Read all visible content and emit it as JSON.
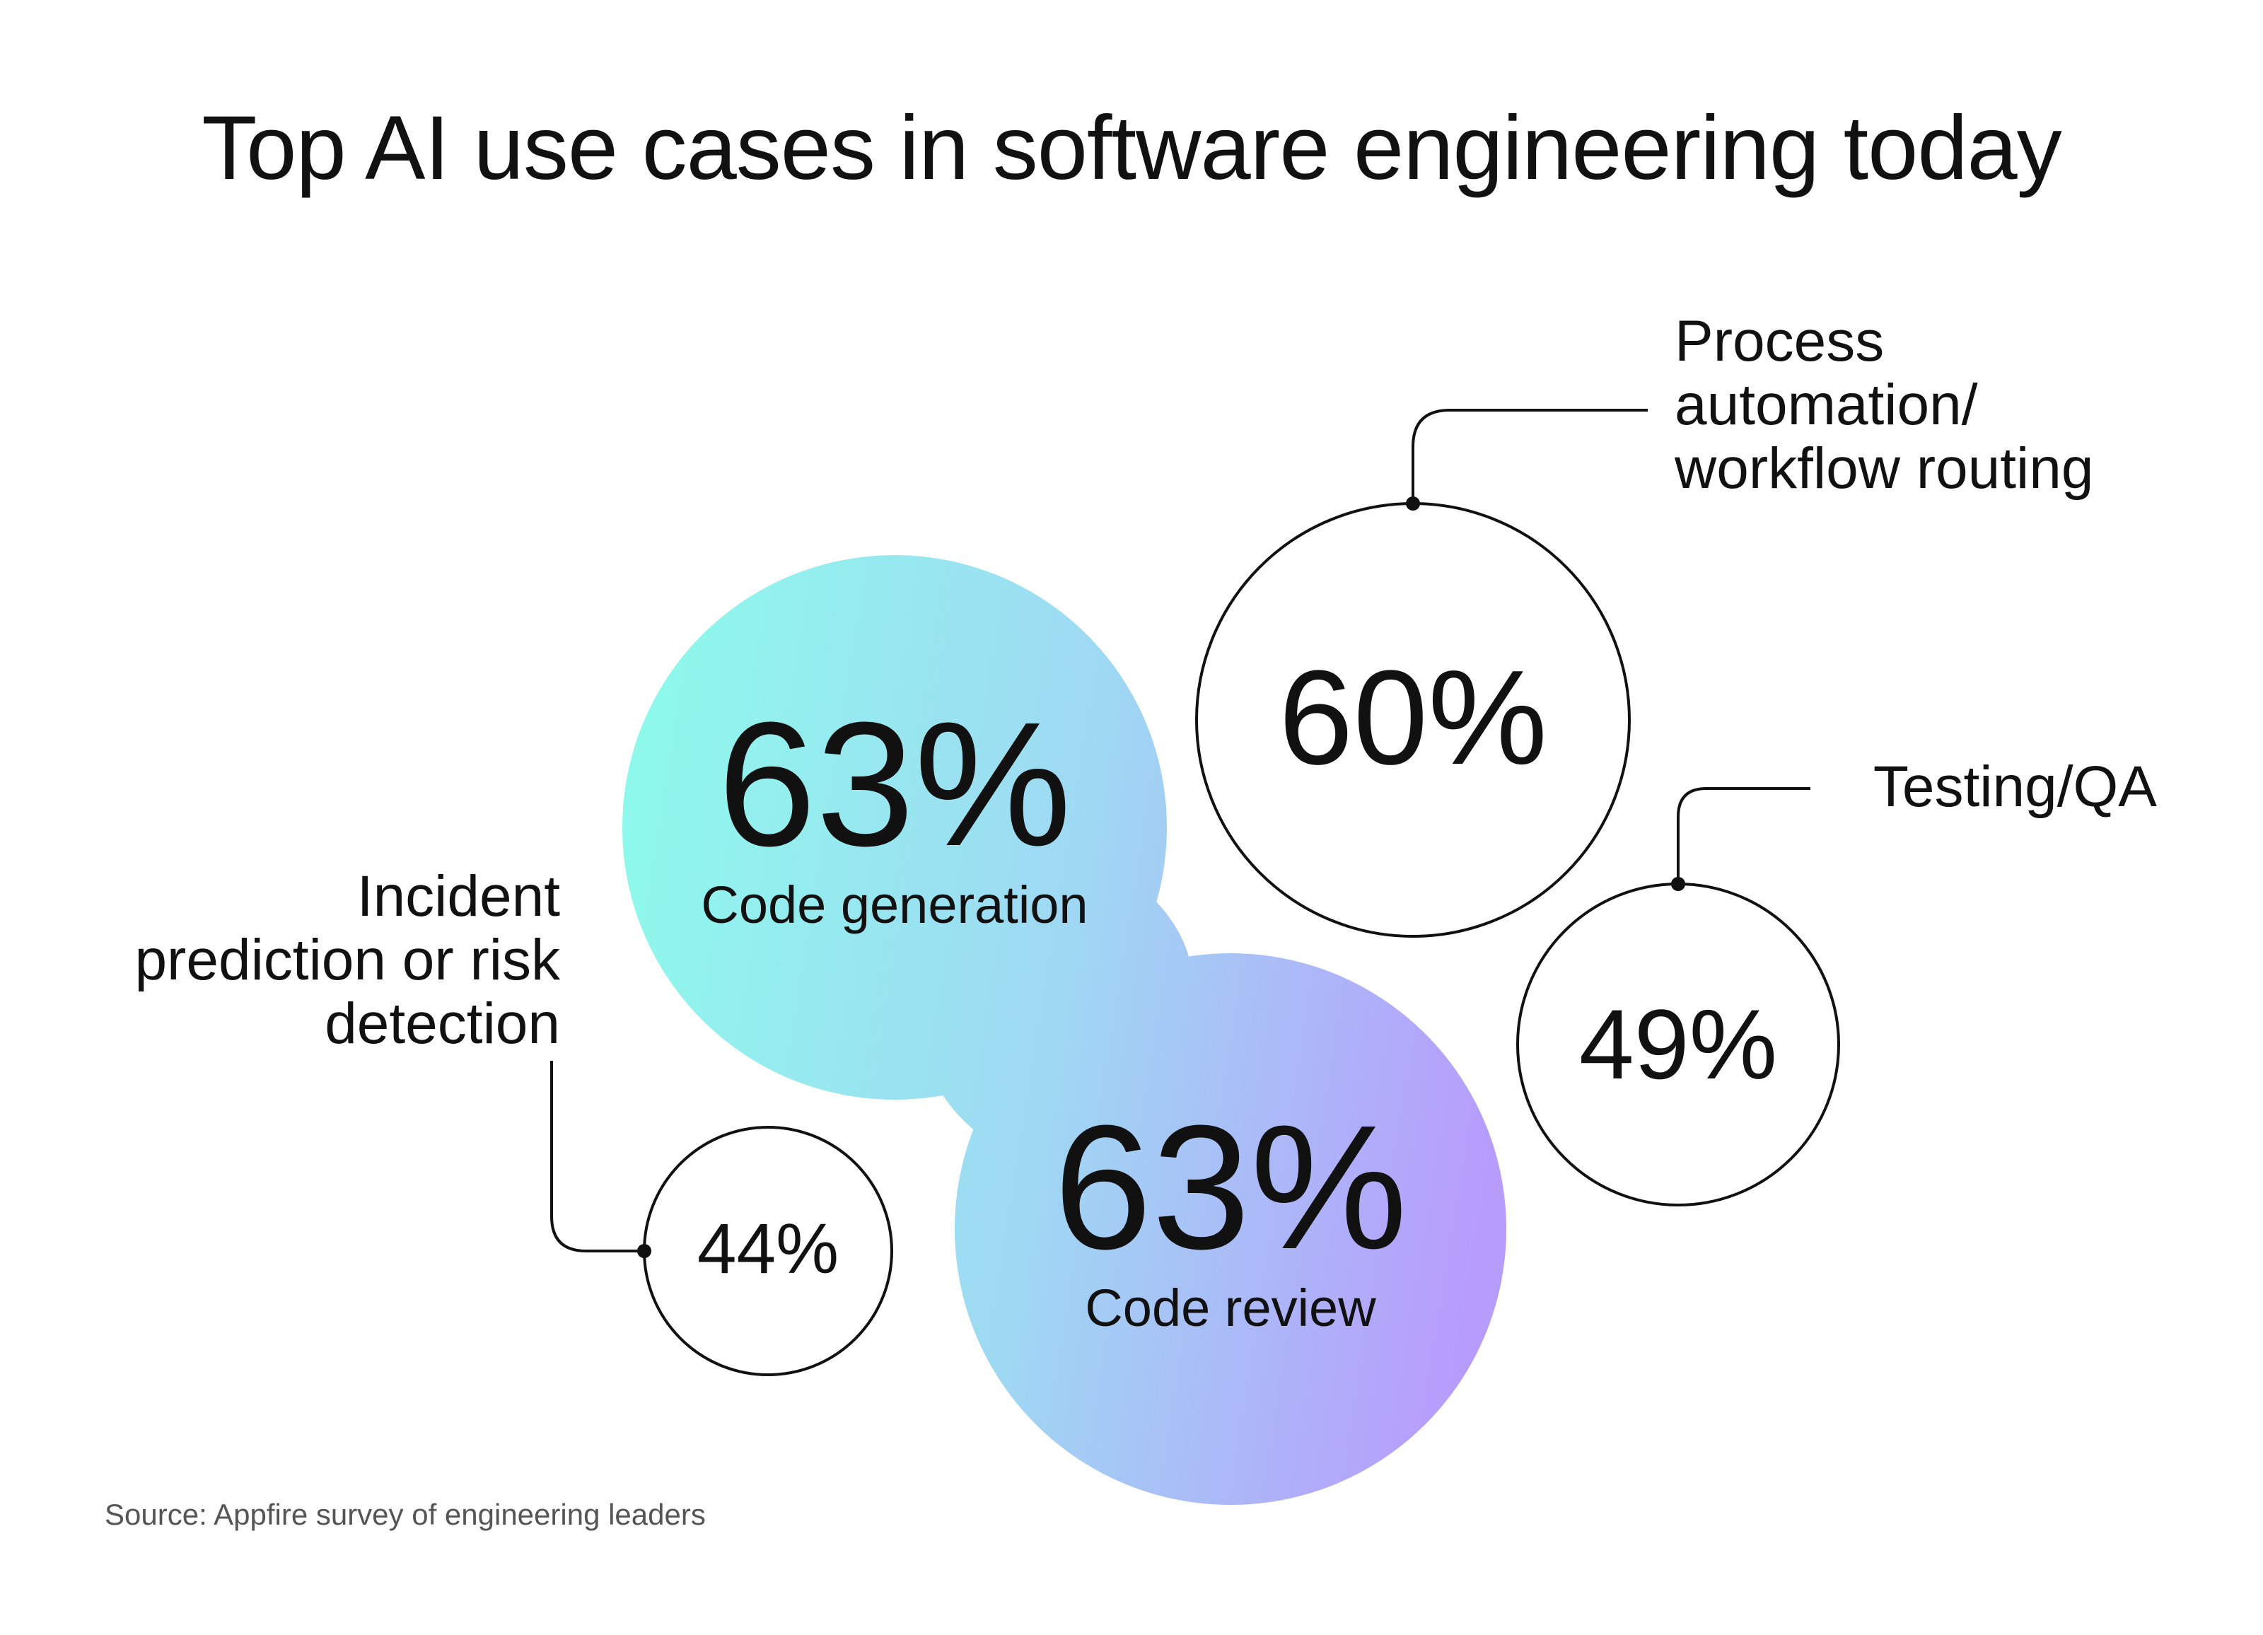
{
  "title": "Top AI use cases in software engineering today",
  "source": "Source: Appfire survey of engineering leaders",
  "colors": {
    "gradient_start": "#8ff8ec",
    "gradient_mid": "#9fd8f3",
    "gradient_end": "#b79cfc",
    "outline": "#111111",
    "background": "#ffffff"
  },
  "chart_data": {
    "type": "bubble",
    "unit": "%",
    "items": [
      {
        "label": "Code generation",
        "value": 63,
        "display": "63%",
        "label_lines": [
          "Code generation"
        ]
      },
      {
        "label": "Code review",
        "value": 63,
        "display": "63%",
        "label_lines": [
          "Code review"
        ]
      },
      {
        "label": "Process automation/ workflow routing",
        "value": 60,
        "display": "60%",
        "label_lines": [
          "Process",
          "automation/",
          "workflow routing"
        ]
      },
      {
        "label": "Testing/QA",
        "value": 49,
        "display": "49%",
        "label_lines": [
          "Testing/QA"
        ]
      },
      {
        "label": "Incident prediction or risk detection",
        "value": 44,
        "display": "44%",
        "label_lines": [
          "Incident",
          "prediction or risk",
          "detection"
        ]
      }
    ]
  }
}
